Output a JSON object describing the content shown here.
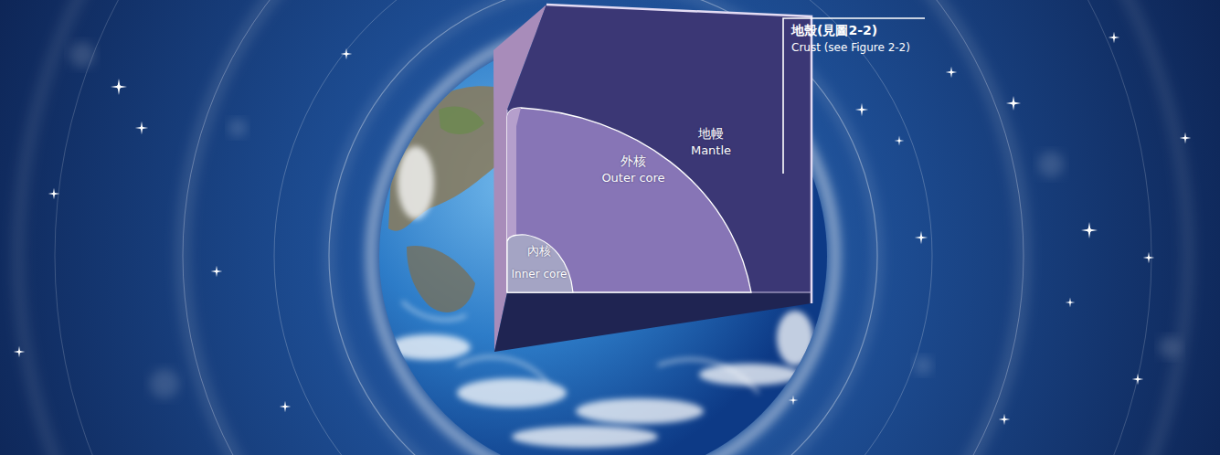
{
  "diagram": {
    "nodes": [
      {
        "text": [
          "地幔",
          "Mantle"
        ]
      },
      {
        "text": [
          "外核",
          "Outer core"
        ],
        "in": 0
      },
      {
        "text": [
          "內核",
          "Inner core"
        ],
        "in": 1
      }
    ],
    "labels": [
      "地殼(見圖2-2)",
      "Crust (see Figure 2-2)"
    ]
  }
}
